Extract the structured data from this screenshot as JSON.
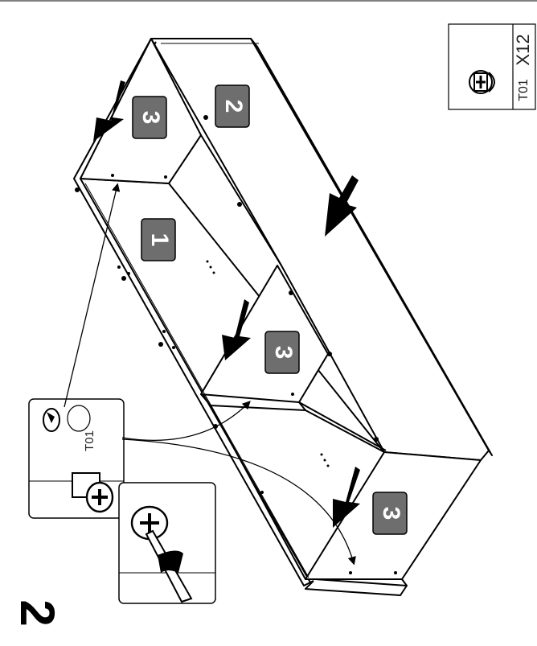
{
  "step": {
    "number": "2"
  },
  "parts_box": {
    "part_code": "T01",
    "quantity": "X12",
    "icon": "cam-lock-fitting-icon"
  },
  "detail": {
    "part_code": "T01"
  },
  "panels": {
    "p1": "1",
    "p2": "2",
    "p3a": "3",
    "p3b": "3",
    "p3c": "3"
  },
  "colors": {
    "ink": "#000000",
    "badge": "#6e6e6e",
    "badge_text": "#ffffff"
  }
}
